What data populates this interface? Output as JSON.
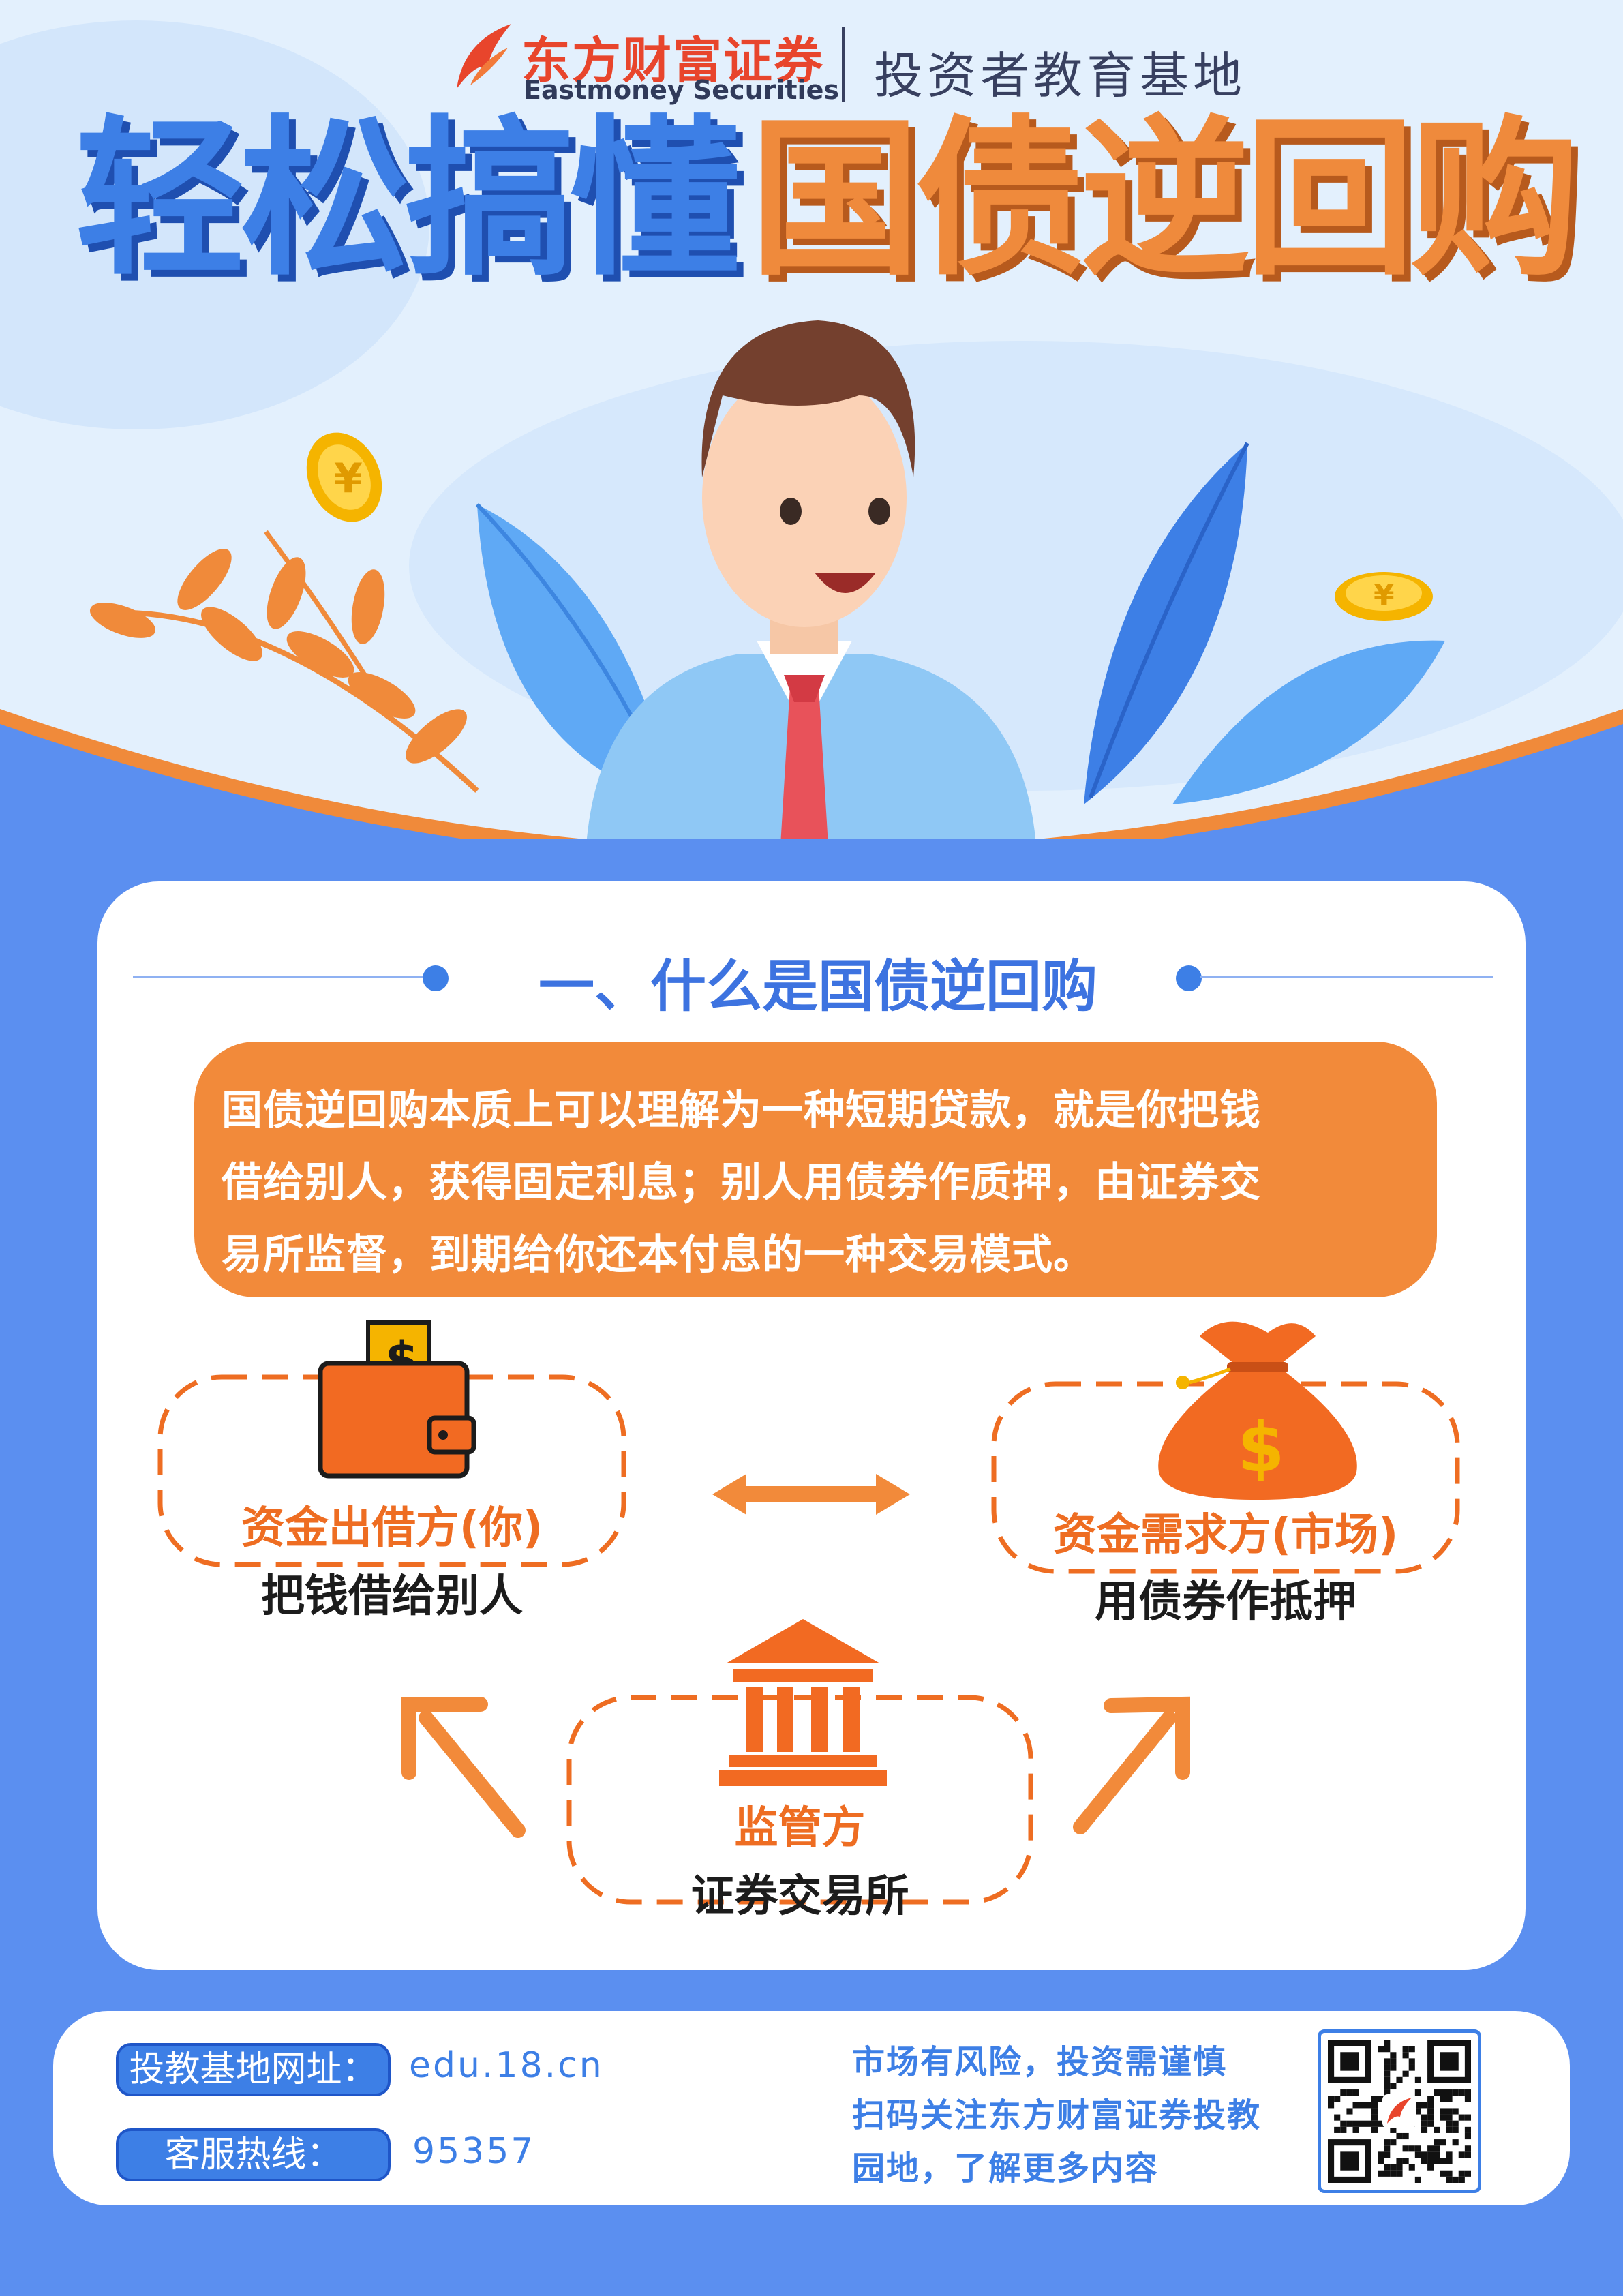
{
  "header": {
    "brand_cn": "东方财富证券",
    "brand_en": "Eastmoney Securities",
    "subtitle": "投资者教育基地",
    "title_part1": "轻松搞懂",
    "title_part2": "国债逆回购"
  },
  "section": {
    "title": "一、什么是国债逆回购",
    "description_lines": [
      "国债逆回购本质上可以理解为一种短期贷款，就是你把钱",
      "借给别人，获得固定利息；别人用债券作质押，由证券交",
      "易所监督，到期给你还本付息的一种交易模式。"
    ]
  },
  "diagram": {
    "lender": {
      "label": "资金出借方(你)",
      "desc": "把钱借给别人",
      "icon": "wallet-icon"
    },
    "borrower": {
      "label": "资金需求方(市场)",
      "desc": "用债券作抵押",
      "icon": "money-bag-icon"
    },
    "regulator": {
      "label": "监管方",
      "desc": "证券交易所",
      "icon": "bank-building-icon"
    }
  },
  "footer": {
    "site_label": "投教基地网址：",
    "site_value": "edu.18.cn",
    "hotline_label": "客服热线：",
    "hotline_value": "95357",
    "notes": [
      "市场有风险，投资需谨慎",
      "扫码关注东方财富证券投教",
      "园地，了解更多内容"
    ]
  },
  "colors": {
    "primary_blue": "#3d7fe6",
    "accent_orange": "#f28a3a",
    "page_blue": "#5b8ff0",
    "light_bg": "#e3f0fd"
  }
}
